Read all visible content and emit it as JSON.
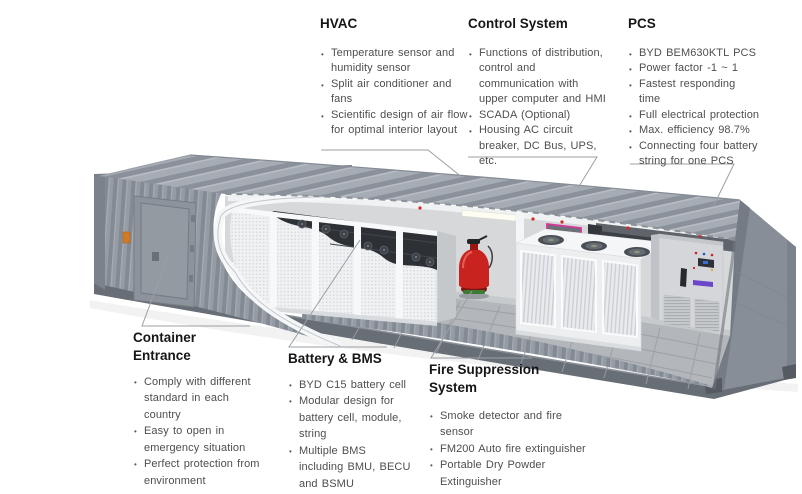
{
  "figure": {
    "subject": "Containerized battery energy storage system cutaway diagram"
  },
  "colors": {
    "container_gray": "#8f959d",
    "roof_gray": "#a6acb3",
    "interior_wall": "#d6d8da",
    "extinguisher_red": "#c8231f",
    "panel_pink_frame": "#d6359b",
    "pcs_purple_strip": "#6b46c8",
    "leader_line": "#9aa0a6",
    "heading_text": "#161616",
    "body_text": "#4e4e4e"
  },
  "sections": {
    "hvac": {
      "title": "HVAC",
      "bullets": [
        "Temperature sensor and humidity sensor",
        "Split air conditioner and fans",
        "Scientific design of air flow for optimal interior layout"
      ]
    },
    "control_system": {
      "title": "Control System",
      "bullets": [
        "Functions of distribution, control and communication with upper computer and HMI",
        "SCADA (Optional)",
        "Housing AC circuit breaker, DC Bus, UPS, etc."
      ]
    },
    "pcs": {
      "title": "PCS",
      "bullets": [
        "BYD BEM630KTL PCS",
        "Power factor -1 ~ 1",
        "Fastest responding time",
        "Full electrical protection",
        "Max. efficiency 98.7%",
        "Connecting four battery string for one PCS"
      ]
    },
    "container_entrance": {
      "title": "Container Entrance",
      "bullets": [
        "Comply with different standard in each country",
        "Easy to open in emergency situation",
        "Perfect protection from environment"
      ]
    },
    "battery_bms": {
      "title": "Battery & BMS",
      "bullets": [
        "BYD C15 battery cell",
        "Modular design for battery cell, module, string",
        "Multiple BMS including BMU, BECU and BSMU"
      ]
    },
    "fire_suppression": {
      "title": "Fire Suppression System",
      "bullets": [
        "Smoke detector and fire sensor",
        "FM200 Auto fire extinguisher",
        "Portable Dry Powder Extinguisher"
      ]
    }
  }
}
